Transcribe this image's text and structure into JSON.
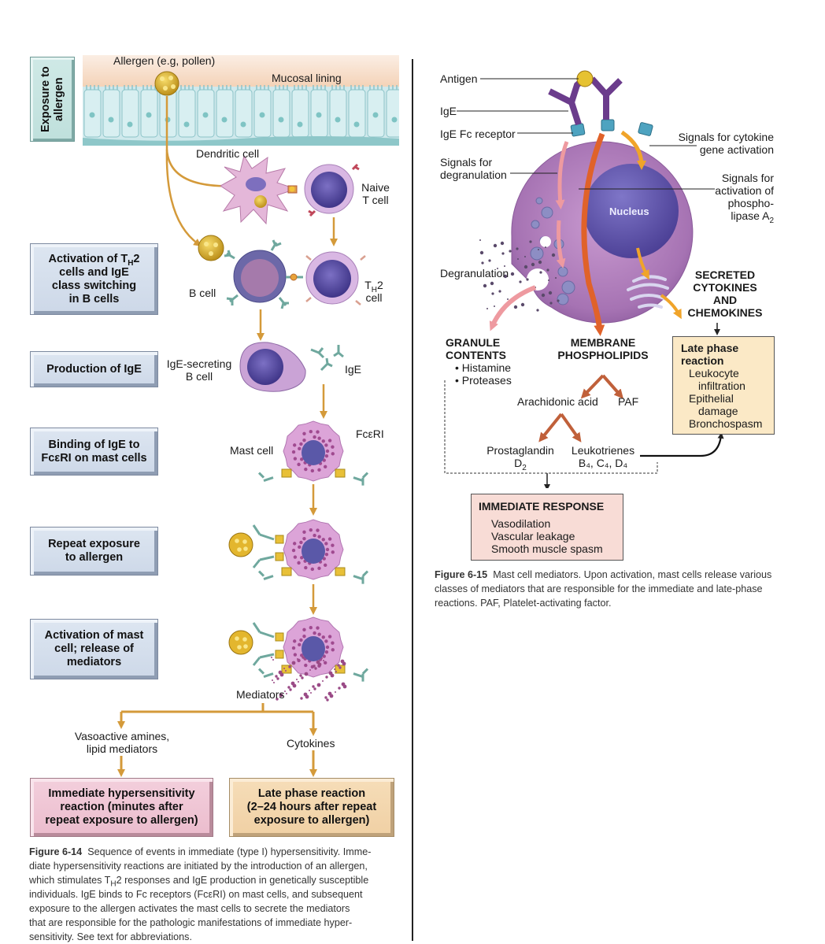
{
  "figure_14": {
    "step_boxes": [
      {
        "id": "exposure",
        "label": "Exposure to allergen"
      },
      {
        "id": "activation",
        "lines": [
          "Activation of T",
          "H",
          "2",
          "cells and IgE",
          "class switching",
          "in B cells"
        ]
      },
      {
        "id": "production",
        "label": "Production of IgE"
      },
      {
        "id": "binding",
        "lines": [
          "Binding of IgE to",
          "FcεRI on mast cells"
        ]
      },
      {
        "id": "repeat",
        "lines": [
          "Repeat exposure",
          "to allergen"
        ]
      },
      {
        "id": "mast_activation",
        "lines": [
          "Activation of mast",
          "cell; release of",
          "mediators"
        ]
      }
    ],
    "labels": {
      "allergen": "Allergen (e.g, pollen)",
      "mucosal_lining": "Mucosal lining",
      "dendritic_cell": "Dendritic cell",
      "naive_t_cell": [
        "Naive",
        "T cell"
      ],
      "b_cell": "B cell",
      "th2_cell": [
        "T",
        "H",
        "2",
        "cell"
      ],
      "ige_secreting": [
        "IgE-secreting",
        "B cell"
      ],
      "ige": "IgE",
      "fceri": "FcεRI",
      "mast_cell": "Mast cell",
      "mediators": "Mediators",
      "vasoactive": [
        "Vasoactive amines,",
        "lipid mediators"
      ],
      "cytokines": "Cytokines"
    },
    "outcome_boxes": {
      "immediate": [
        "Immediate hypersensitivity",
        "reaction (minutes after",
        "repeat exposure to allergen)"
      ],
      "late": [
        "Late phase reaction",
        "(2–24 hours after repeat",
        "exposure to allergen)"
      ]
    },
    "caption": {
      "figure_label": "Figure 6-14",
      "lines": [
        "Sequence of events in immediate (type I) hypersensitivity. Imme-",
        "diate hypersensitivity reactions are initiated by the introduction of an allergen,",
        "which stimulates T",
        "H",
        "2 responses and IgE production in genetically susceptible",
        "individuals. IgE binds to Fc receptors (FcεRI) on mast cells, and subsequent",
        "exposure to the allergen activates the mast cells to secrete the mediators",
        "that are responsible for the pathologic manifestations of immediate hyper-",
        "sensitivity. See text for abbreviations."
      ]
    }
  },
  "figure_15": {
    "labels": {
      "antigen": "Antigen",
      "ige": "IgE",
      "ige_fc_receptor": "IgE Fc receptor",
      "signals_degranulation": [
        "Signals for",
        "degranulation"
      ],
      "signals_cytokine": [
        "Signals for cytokine",
        "gene activation"
      ],
      "signals_phospholipase": [
        "Signals for",
        "activation of",
        "phospho-",
        "lipase A",
        "2"
      ],
      "nucleus": "Nucleus",
      "degranulation": "Degranulation",
      "secreted": [
        "SECRETED",
        "CYTOKINES",
        "AND",
        "CHEMOKINES"
      ],
      "granule_contents": [
        "GRANULE",
        "CONTENTS"
      ],
      "granule_items": [
        "• Histamine",
        "• Proteases"
      ],
      "membrane_phospholipids": [
        "MEMBRANE",
        "PHOSPHOLIPIDS"
      ],
      "arachidonic_acid": "Arachidonic acid",
      "paf": "PAF",
      "prostaglandin": [
        "Prostaglandin",
        "D",
        "2"
      ],
      "leukotrienes": [
        "Leukotrienes",
        "B₄, C₄, D₄"
      ]
    },
    "late_phase_box": {
      "title": [
        "Late phase",
        "reaction"
      ],
      "items": [
        "Leukocyte",
        "infiltration",
        "Epithelial",
        "damage",
        "Bronchospasm"
      ]
    },
    "immediate_response_box": {
      "title": "IMMEDIATE RESPONSE",
      "items": [
        "Vasodilation",
        "Vascular leakage",
        "Smooth muscle spasm"
      ]
    },
    "caption": {
      "figure_label": "Figure 6-15",
      "lines": [
        "Mast cell mediators. Upon activation, mast cells release various",
        "classes of mediators that are responsible for the immediate and late-phase",
        "reactions. PAF, Platelet-activating factor."
      ]
    }
  },
  "colors": {
    "step_box_blue": "#d4deec",
    "step_box_teal": "#c6e4e0",
    "immediate_pink": "#efc4d3",
    "late_tan": "#f3d6ad",
    "arrow_gold": "#d49a3a",
    "cell_purple": "#b97fc0",
    "nucleus_purple": "#6a5aa8",
    "membrane_orange": "#e0622a",
    "immediate_box_fill": "#f8dcd6",
    "late_box_fill": "#fbe9c6"
  }
}
